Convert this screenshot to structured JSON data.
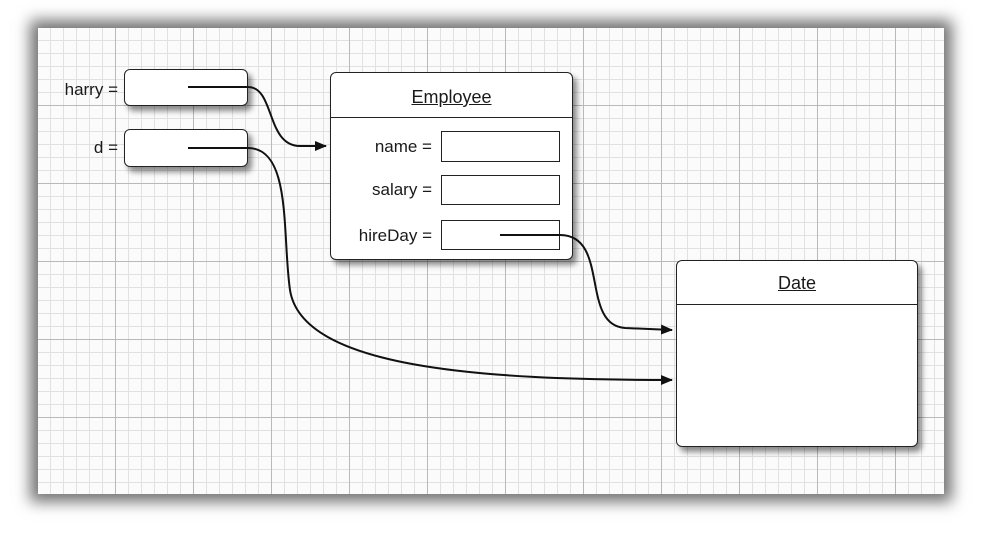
{
  "variables": [
    {
      "id": "harry",
      "label": "harry ="
    },
    {
      "id": "d",
      "label": "d ="
    }
  ],
  "employee": {
    "title": "Employee",
    "fields": [
      {
        "id": "name",
        "label": "name ="
      },
      {
        "id": "salary",
        "label": "salary ="
      },
      {
        "id": "hireDay",
        "label": "hireDay ="
      }
    ]
  },
  "date": {
    "title": "Date"
  },
  "colors": {
    "ink": "#1a1a1a",
    "grid_major": "#b9b9b9",
    "grid_minor": "#e1e1e1"
  }
}
